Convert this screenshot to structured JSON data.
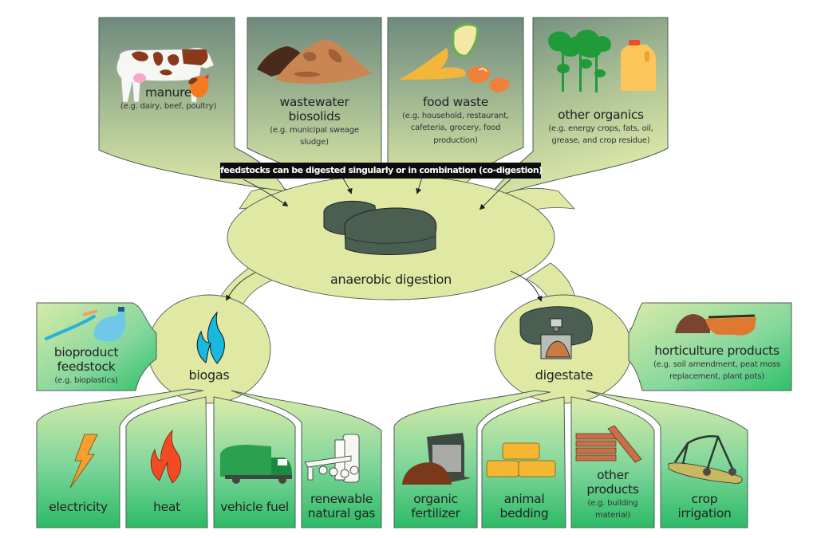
{
  "diagram": {
    "title": "Anaerobic digestion: feedstocks and products",
    "note": "feedstocks can be digested singularly or in combination (co-digestion)",
    "colors": {
      "feedstock_panel_top": "#6e8a7c",
      "feedstock_panel_bottom": "#d9e6a6",
      "product_panel_top": "#d6eaa6",
      "product_panel_bottom": "#2fbf68",
      "hub_fill": "#dfe9a4",
      "digester_fill": "#4a5e52",
      "biogas_flame": "#19b8e0",
      "heat_flame": "#f24a22",
      "lightning": "#f5a02e"
    },
    "feedstocks": [
      {
        "id": "manure",
        "title": "manure",
        "examples": [
          "(e.g. dairy, beef, poultry)"
        ],
        "icon": "cow-chicken-icon"
      },
      {
        "id": "wastewater-biosolids",
        "title": [
          "wastewater",
          "biosolids"
        ],
        "examples": [
          "(e.g. municipal sweage",
          "sludge)"
        ],
        "icon": "sludge-pile-icon"
      },
      {
        "id": "food-waste",
        "title": "food waste",
        "examples": [
          "(e.g. household, restaurant,",
          "cafeteria, grocery, food",
          "production)"
        ],
        "icon": "food-scraps-icon"
      },
      {
        "id": "other-organics",
        "title": "other organics",
        "examples": [
          "(e.g. energy crops, fats, oil,",
          "grease, and crop residue)"
        ],
        "icon": "crops-oil-jug-icon"
      }
    ],
    "process": {
      "label": "anaerobic digestion",
      "icon": "digester-tanks-icon"
    },
    "outputs": [
      {
        "id": "biogas",
        "label": "biogas",
        "icon": "flame-icon"
      },
      {
        "id": "digestate",
        "label": "digestate",
        "icon": "digestate-separator-icon"
      }
    ],
    "biogas_products": [
      {
        "id": "bioproduct-feedstock",
        "title": [
          "bioproduct",
          "feedstock"
        ],
        "examples": [
          "(e.g. bioplastics)"
        ],
        "icon": "toothbrush-bottle-icon"
      },
      {
        "id": "electricity",
        "title": [
          "electricity"
        ],
        "icon": "lightning-icon"
      },
      {
        "id": "heat",
        "title": [
          "heat"
        ],
        "icon": "fire-icon"
      },
      {
        "id": "vehicle-fuel",
        "title": [
          "vehicle fuel"
        ],
        "icon": "garbage-truck-icon"
      },
      {
        "id": "renewable-natural-gas",
        "title": [
          "renewable",
          "natural gas"
        ],
        "icon": "gas-pipeline-icon"
      }
    ],
    "digestate_products": [
      {
        "id": "horticulture-products",
        "title": [
          "horticulture products"
        ],
        "examples": [
          "(e.g. soil amendment, peat moss",
          "replacement, plant pots)"
        ],
        "icon": "soil-pots-icon"
      },
      {
        "id": "organic-fertilizer",
        "title": [
          "organic",
          "fertilizer"
        ],
        "icon": "fertilizer-bag-icon"
      },
      {
        "id": "animal-bedding",
        "title": [
          "animal",
          "bedding"
        ],
        "icon": "hay-bales-icon"
      },
      {
        "id": "other-products",
        "title": [
          "other",
          "products"
        ],
        "examples": [
          "(e.g. building",
          "material)"
        ],
        "icon": "lumber-icon"
      },
      {
        "id": "crop-irrigation",
        "title": [
          "crop",
          "irrigation"
        ],
        "icon": "pivot-irrigator-icon"
      }
    ]
  }
}
